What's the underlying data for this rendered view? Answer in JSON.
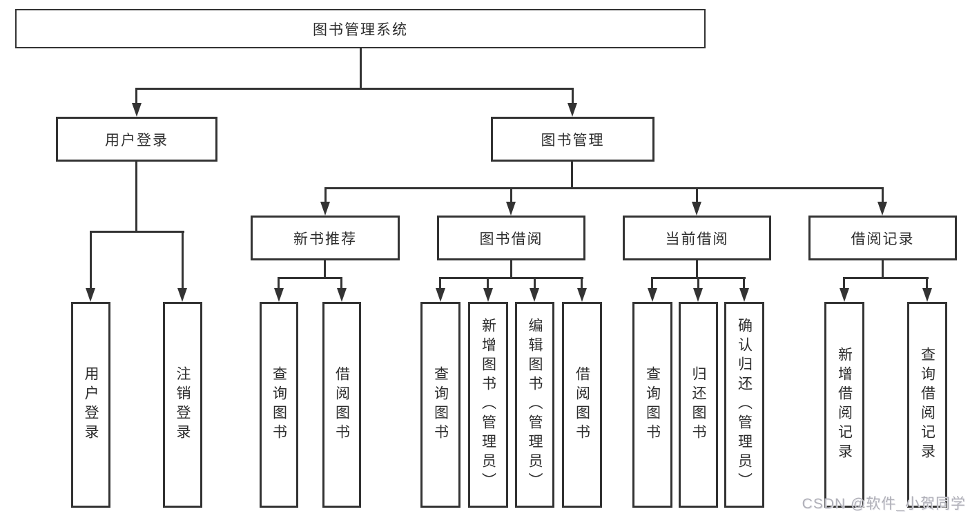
{
  "nodes": {
    "root": "图书管理系统",
    "user_login": "用户登录",
    "book_management": "图书管理",
    "new_book_recommend": "新书推荐",
    "book_borrow": "图书借阅",
    "current_borrow": "当前借阅",
    "borrow_records": "借阅记录",
    "user_login_action": "用户登录",
    "logout_action": "注销登录",
    "recommend_query_books": "查询图书",
    "recommend_borrow_books": "借阅图书",
    "borrow_query_books": "查询图书",
    "borrow_add_books_admin": "新增图书（管理员）",
    "borrow_edit_books_admin": "编辑图书（管理员）",
    "borrow_borrow_books": "借阅图书",
    "current_query_books": "查询图书",
    "current_return_books": "归还图书",
    "current_confirm_return_admin": "确认归还（管理员）",
    "records_add_borrow_record": "新增借阅记录",
    "records_query_borrow_record": "查询借阅记录"
  },
  "watermark": "CSDN @软件_小贺同学",
  "colors": {
    "line": "#333333",
    "box_border": "#333333",
    "box_background": "#ffffff",
    "text": "#2d2d2d",
    "watermark": "#b0b0b8"
  }
}
